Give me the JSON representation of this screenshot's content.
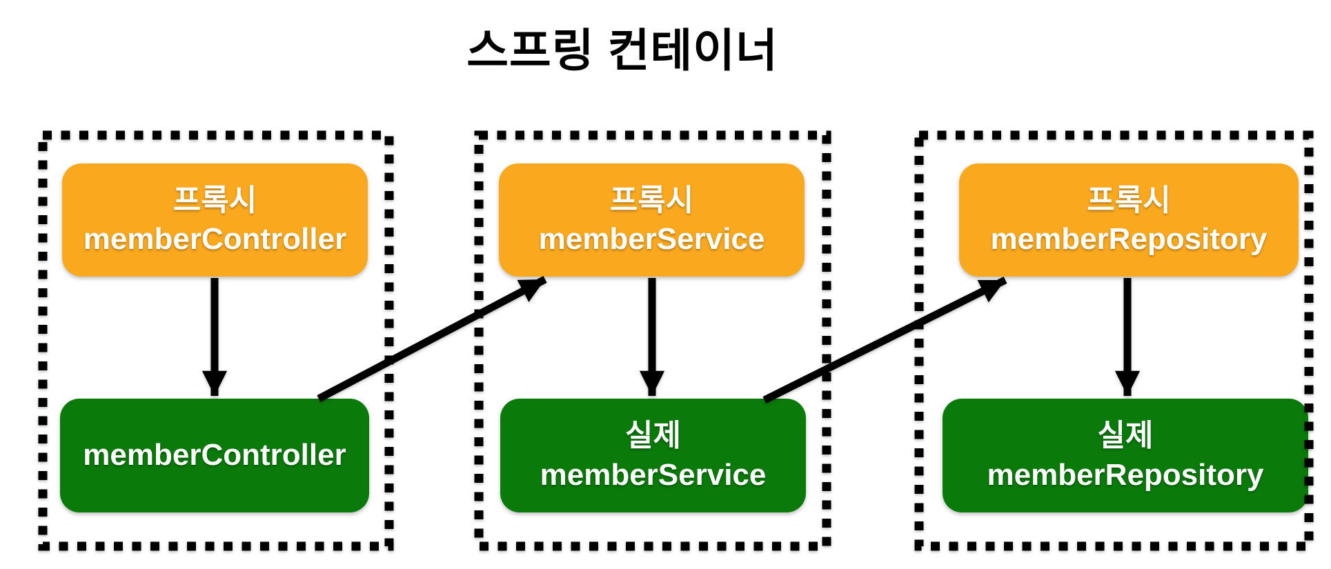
{
  "title": "스프링 컨테이너",
  "colors": {
    "proxy_fill": "#FAA81E",
    "real_fill": "#0A7A0A",
    "arrow_and_border": "#000000",
    "box_text": "#FFFFFF",
    "title_text": "#000000",
    "background": "#FFFFFF"
  },
  "containers": [
    {
      "id": "member-controller",
      "proxy_box": {
        "lines": [
          "프록시",
          "memberController"
        ]
      },
      "real_box": {
        "lines": [
          "memberController"
        ]
      }
    },
    {
      "id": "member-service",
      "proxy_box": {
        "lines": [
          "프록시",
          "memberService"
        ]
      },
      "real_box": {
        "lines": [
          "실제",
          "memberService"
        ]
      }
    },
    {
      "id": "member-repository",
      "proxy_box": {
        "lines": [
          "프록시",
          "memberRepository"
        ]
      },
      "real_box": {
        "lines": [
          "실제",
          "memberRepository"
        ]
      }
    }
  ],
  "edges": [
    {
      "from": "프록시 memberController",
      "to": "memberController",
      "style": "vertical-arrow"
    },
    {
      "from": "memberController",
      "to": "프록시 memberService",
      "style": "diagonal-arrow"
    },
    {
      "from": "프록시 memberService",
      "to": "실제 memberService",
      "style": "vertical-arrow"
    },
    {
      "from": "실제 memberService",
      "to": "프록시 memberRepository",
      "style": "diagonal-arrow"
    },
    {
      "from": "프록시 memberRepository",
      "to": "실제 memberRepository",
      "style": "vertical-arrow"
    }
  ]
}
